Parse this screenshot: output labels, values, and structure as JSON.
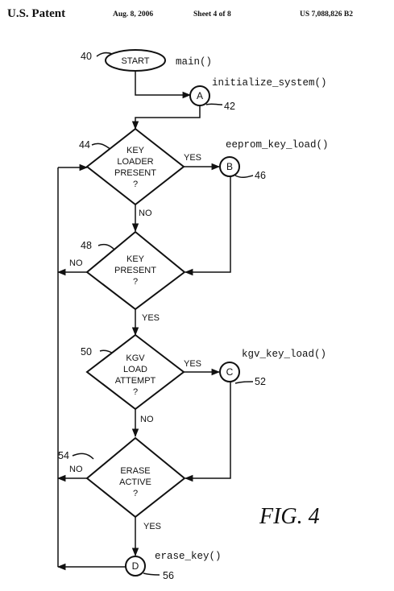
{
  "header": {
    "left": "U.S. Patent",
    "date": "Aug. 8, 2006",
    "sheet": "Sheet 4 of 8",
    "number": "US 7,088,826 B2"
  },
  "nodes": {
    "start": {
      "label": "START",
      "ref": "40",
      "code": "main()"
    },
    "conn_a": {
      "label": "A",
      "ref": "42",
      "code": "initialize_system()"
    },
    "d44": {
      "lines": [
        "KEY",
        "LOADER",
        "PRESENT",
        "?"
      ],
      "ref": "44"
    },
    "conn_b": {
      "label": "B",
      "ref": "46",
      "code": "eeprom_key_load()"
    },
    "d48": {
      "lines": [
        "KEY",
        "PRESENT",
        "?"
      ],
      "ref": "48"
    },
    "d50": {
      "lines": [
        "KGV",
        "LOAD",
        "ATTEMPT",
        "?"
      ],
      "ref": "50"
    },
    "conn_c": {
      "label": "C",
      "ref": "52",
      "code": "kgv_key_load()"
    },
    "d54": {
      "lines": [
        "ERASE",
        "ACTIVE",
        "?"
      ],
      "ref": "54"
    },
    "conn_d": {
      "label": "D",
      "ref": "56",
      "code": "erase_key()"
    }
  },
  "edges": {
    "d44_yes": "YES",
    "d44_no": "NO",
    "d48_no": "NO",
    "d48_yes": "YES",
    "d50_yes": "YES",
    "d50_no": "NO",
    "d54_no": "NO",
    "d54_yes": "YES"
  },
  "figure_label": "FIG. 4"
}
